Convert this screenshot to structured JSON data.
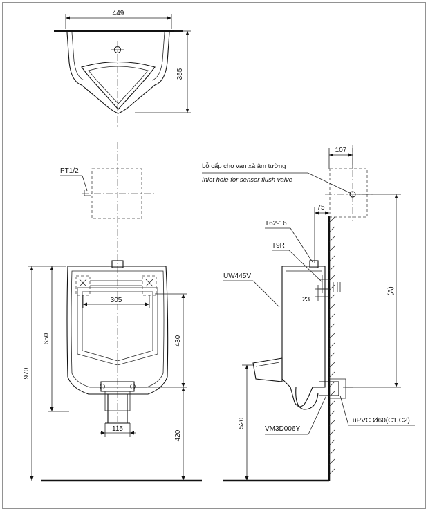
{
  "plan_view": {
    "width_label": "449",
    "depth_label": "355"
  },
  "front_view": {
    "thread_label": "PT1/2",
    "total_height_label": "970",
    "body_height_label": "650",
    "hanger_spacing_label": "305",
    "upper_height_label": "430",
    "lower_height_label": "420",
    "outlet_width_label": "115"
  },
  "side_view": {
    "offset_label": "107",
    "note_vi": "Lỗ cấp cho van xả âm tường",
    "note_en": "Inlet hole for sensor flush valve",
    "spud_offset_label": "75",
    "spud_label": "T62-16",
    "bracket_label": "T9R",
    "model_label": "UW445V",
    "gap_label": "23",
    "var_height_label": "(A)",
    "rim_height_label": "520",
    "trap_label": "VM3D006Y",
    "pipe_label": "uPVC Ø60(C1,C2)"
  }
}
